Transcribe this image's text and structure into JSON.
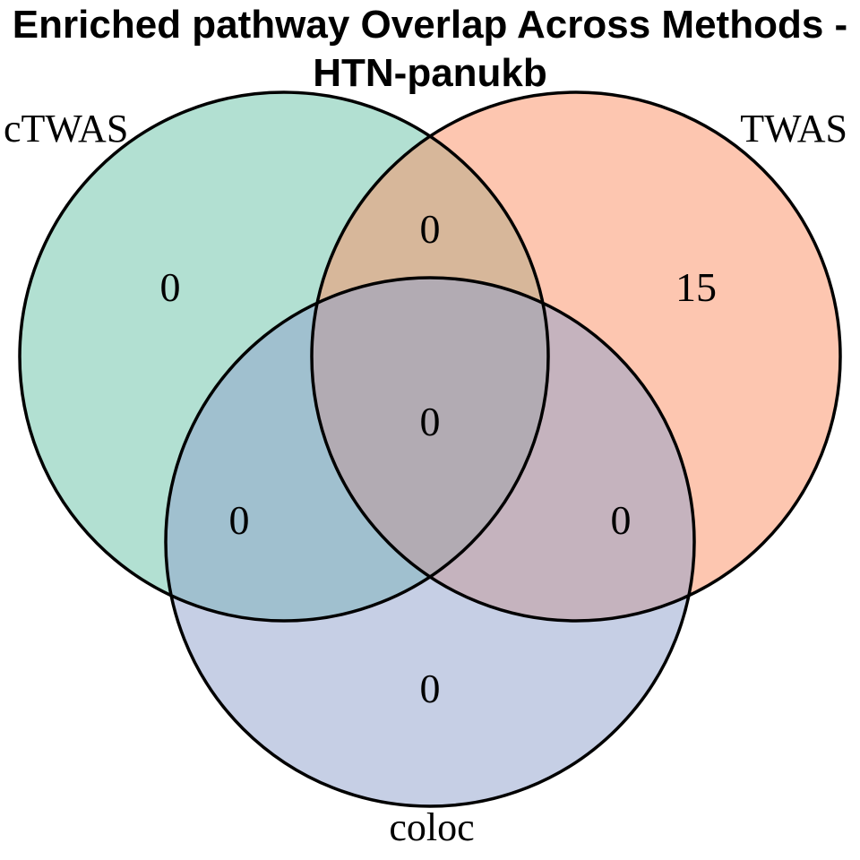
{
  "title": {
    "line1": "Enriched pathway Overlap Across Methods -",
    "line2": "HTN-panukb"
  },
  "sets": [
    {
      "name": "cTWAS",
      "color": "#66C2A5"
    },
    {
      "name": "TWAS",
      "color": "#FC8D62"
    },
    {
      "name": "coloc",
      "color": "#8DA0CB"
    }
  ],
  "regions": {
    "ctwas_only": "0",
    "twas_only": "15",
    "coloc_only": "0",
    "ctwas_twas": "0",
    "ctwas_coloc": "0",
    "twas_coloc": "0",
    "all_three": "0"
  },
  "chart_data": {
    "type": "venn",
    "title": "Enriched pathway Overlap Across Methods - HTN-panukb",
    "sets": [
      "cTWAS",
      "TWAS",
      "coloc"
    ],
    "region_counts": {
      "cTWAS_only": 0,
      "TWAS_only": 15,
      "coloc_only": 0,
      "cTWAS_and_TWAS": 0,
      "cTWAS_and_coloc": 0,
      "TWAS_and_coloc": 0,
      "cTWAS_and_TWAS_and_coloc": 0
    },
    "set_totals": {
      "cTWAS": 0,
      "TWAS": 15,
      "coloc": 0
    },
    "set_colors": {
      "cTWAS": "#66C2A5",
      "TWAS": "#FC8D62",
      "coloc": "#8DA0CB"
    },
    "fill_opacity": 0.5,
    "outline_color": "#000000",
    "text_color": "#000000",
    "background_color": "#FFFFFF",
    "legend_position": "none",
    "label_positions": "circle-adjacent"
  }
}
